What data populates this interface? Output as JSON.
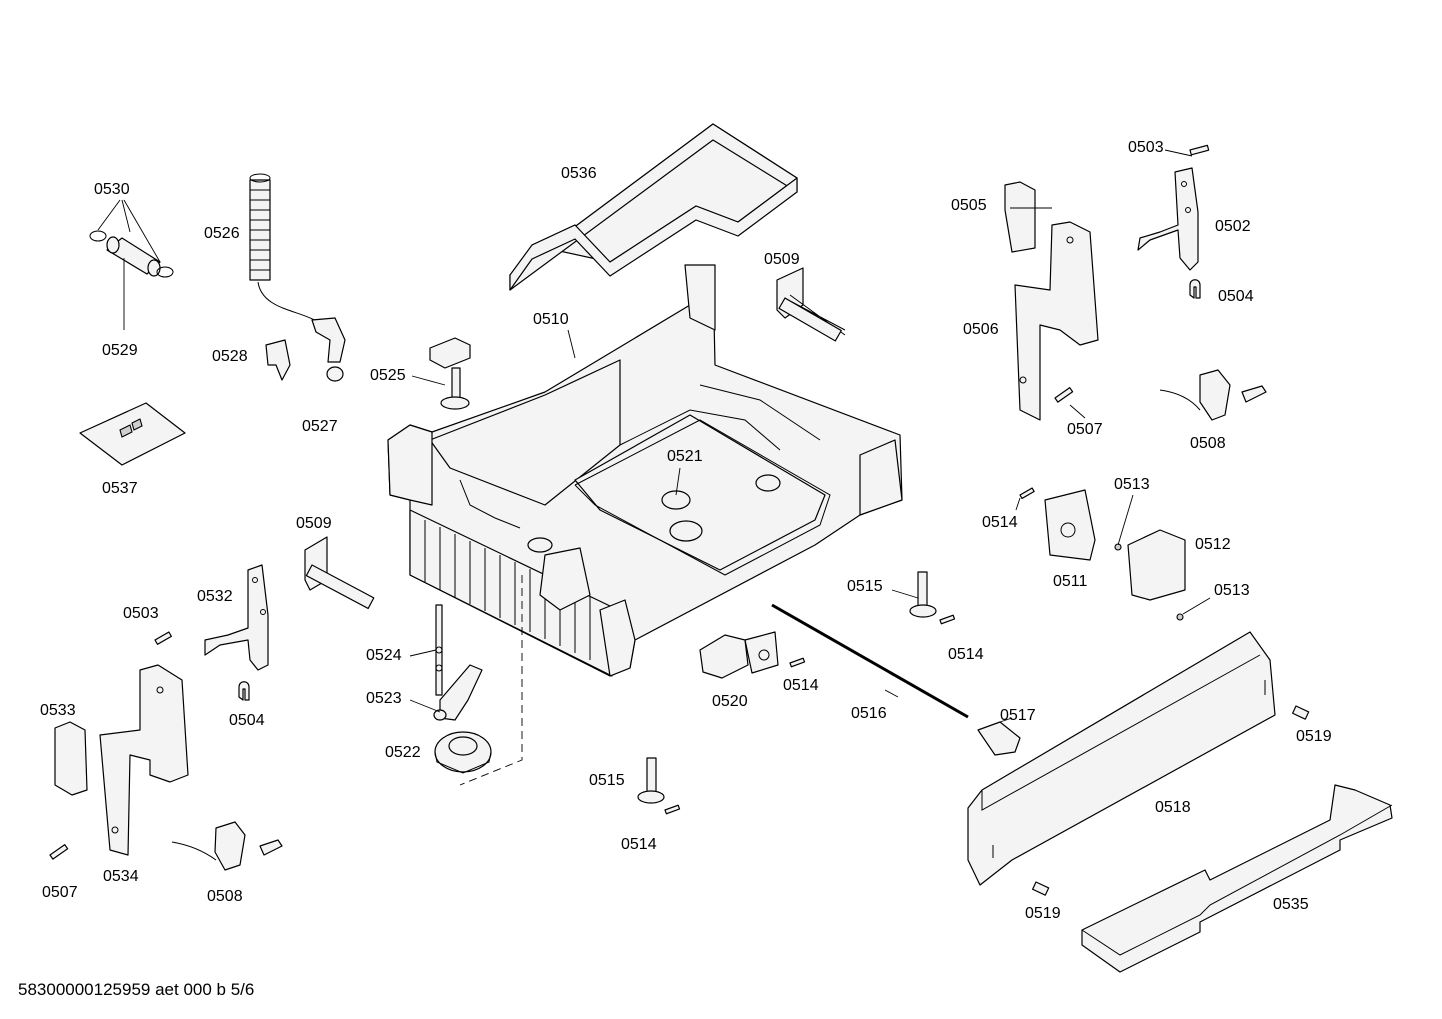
{
  "diagram": {
    "labels": {
      "p0530": "0530",
      "p0526": "0526",
      "p0529": "0529",
      "p0528": "0528",
      "p0527": "0527",
      "p0537": "0537",
      "p0536": "0536",
      "p0510": "0510",
      "p0525": "0525",
      "p0509a": "0509",
      "p0509b": "0509",
      "p0503a": "0503",
      "p0502": "0502",
      "p0504a": "0504",
      "p0505": "0505",
      "p0506": "0506",
      "p0507a": "0507",
      "p0508a": "0508",
      "p0521": "0521",
      "p0513a": "0513",
      "p0514a": "0514",
      "p0512": "0512",
      "p0511": "0511",
      "p0515a": "0515",
      "p0514b": "0514",
      "p0513b": "0513",
      "p0532": "0532",
      "p0503b": "0503",
      "p0504b": "0504",
      "p0533": "0533",
      "p0524": "0524",
      "p0523": "0523",
      "p0522": "0522",
      "p0520": "0520",
      "p0514c": "0514",
      "p0516": "0516",
      "p0517": "0517",
      "p0519a": "0519",
      "p0518": "0518",
      "p0515b": "0515",
      "p0514d": "0514",
      "p0507b": "0507",
      "p0534": "0534",
      "p0508b": "0508",
      "p0519b": "0519",
      "p0535": "0535"
    }
  },
  "footer": {
    "doc_id": "58300000125959 aet 000 b 5/6"
  }
}
